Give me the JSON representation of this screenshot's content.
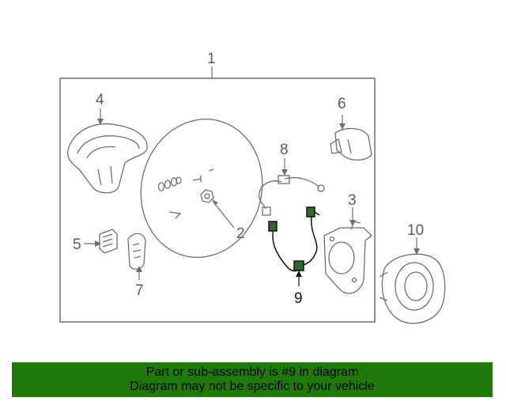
{
  "callouts": {
    "c1": "1",
    "c2": "2",
    "c3": "3",
    "c4": "4",
    "c5": "5",
    "c6": "6",
    "c7": "7",
    "c8": "8",
    "c9": "9",
    "c10": "10"
  },
  "highlight_part": "9",
  "colors": {
    "line": "#6e6e6e",
    "highlight_line": "#111111",
    "banner_bg": "#1f7a0a",
    "connector": "#2e6a2e"
  },
  "banner": {
    "line1": "Part or sub-assembly is #9 in diagram",
    "line2": "Diagram may not be specific to your vehicle"
  }
}
